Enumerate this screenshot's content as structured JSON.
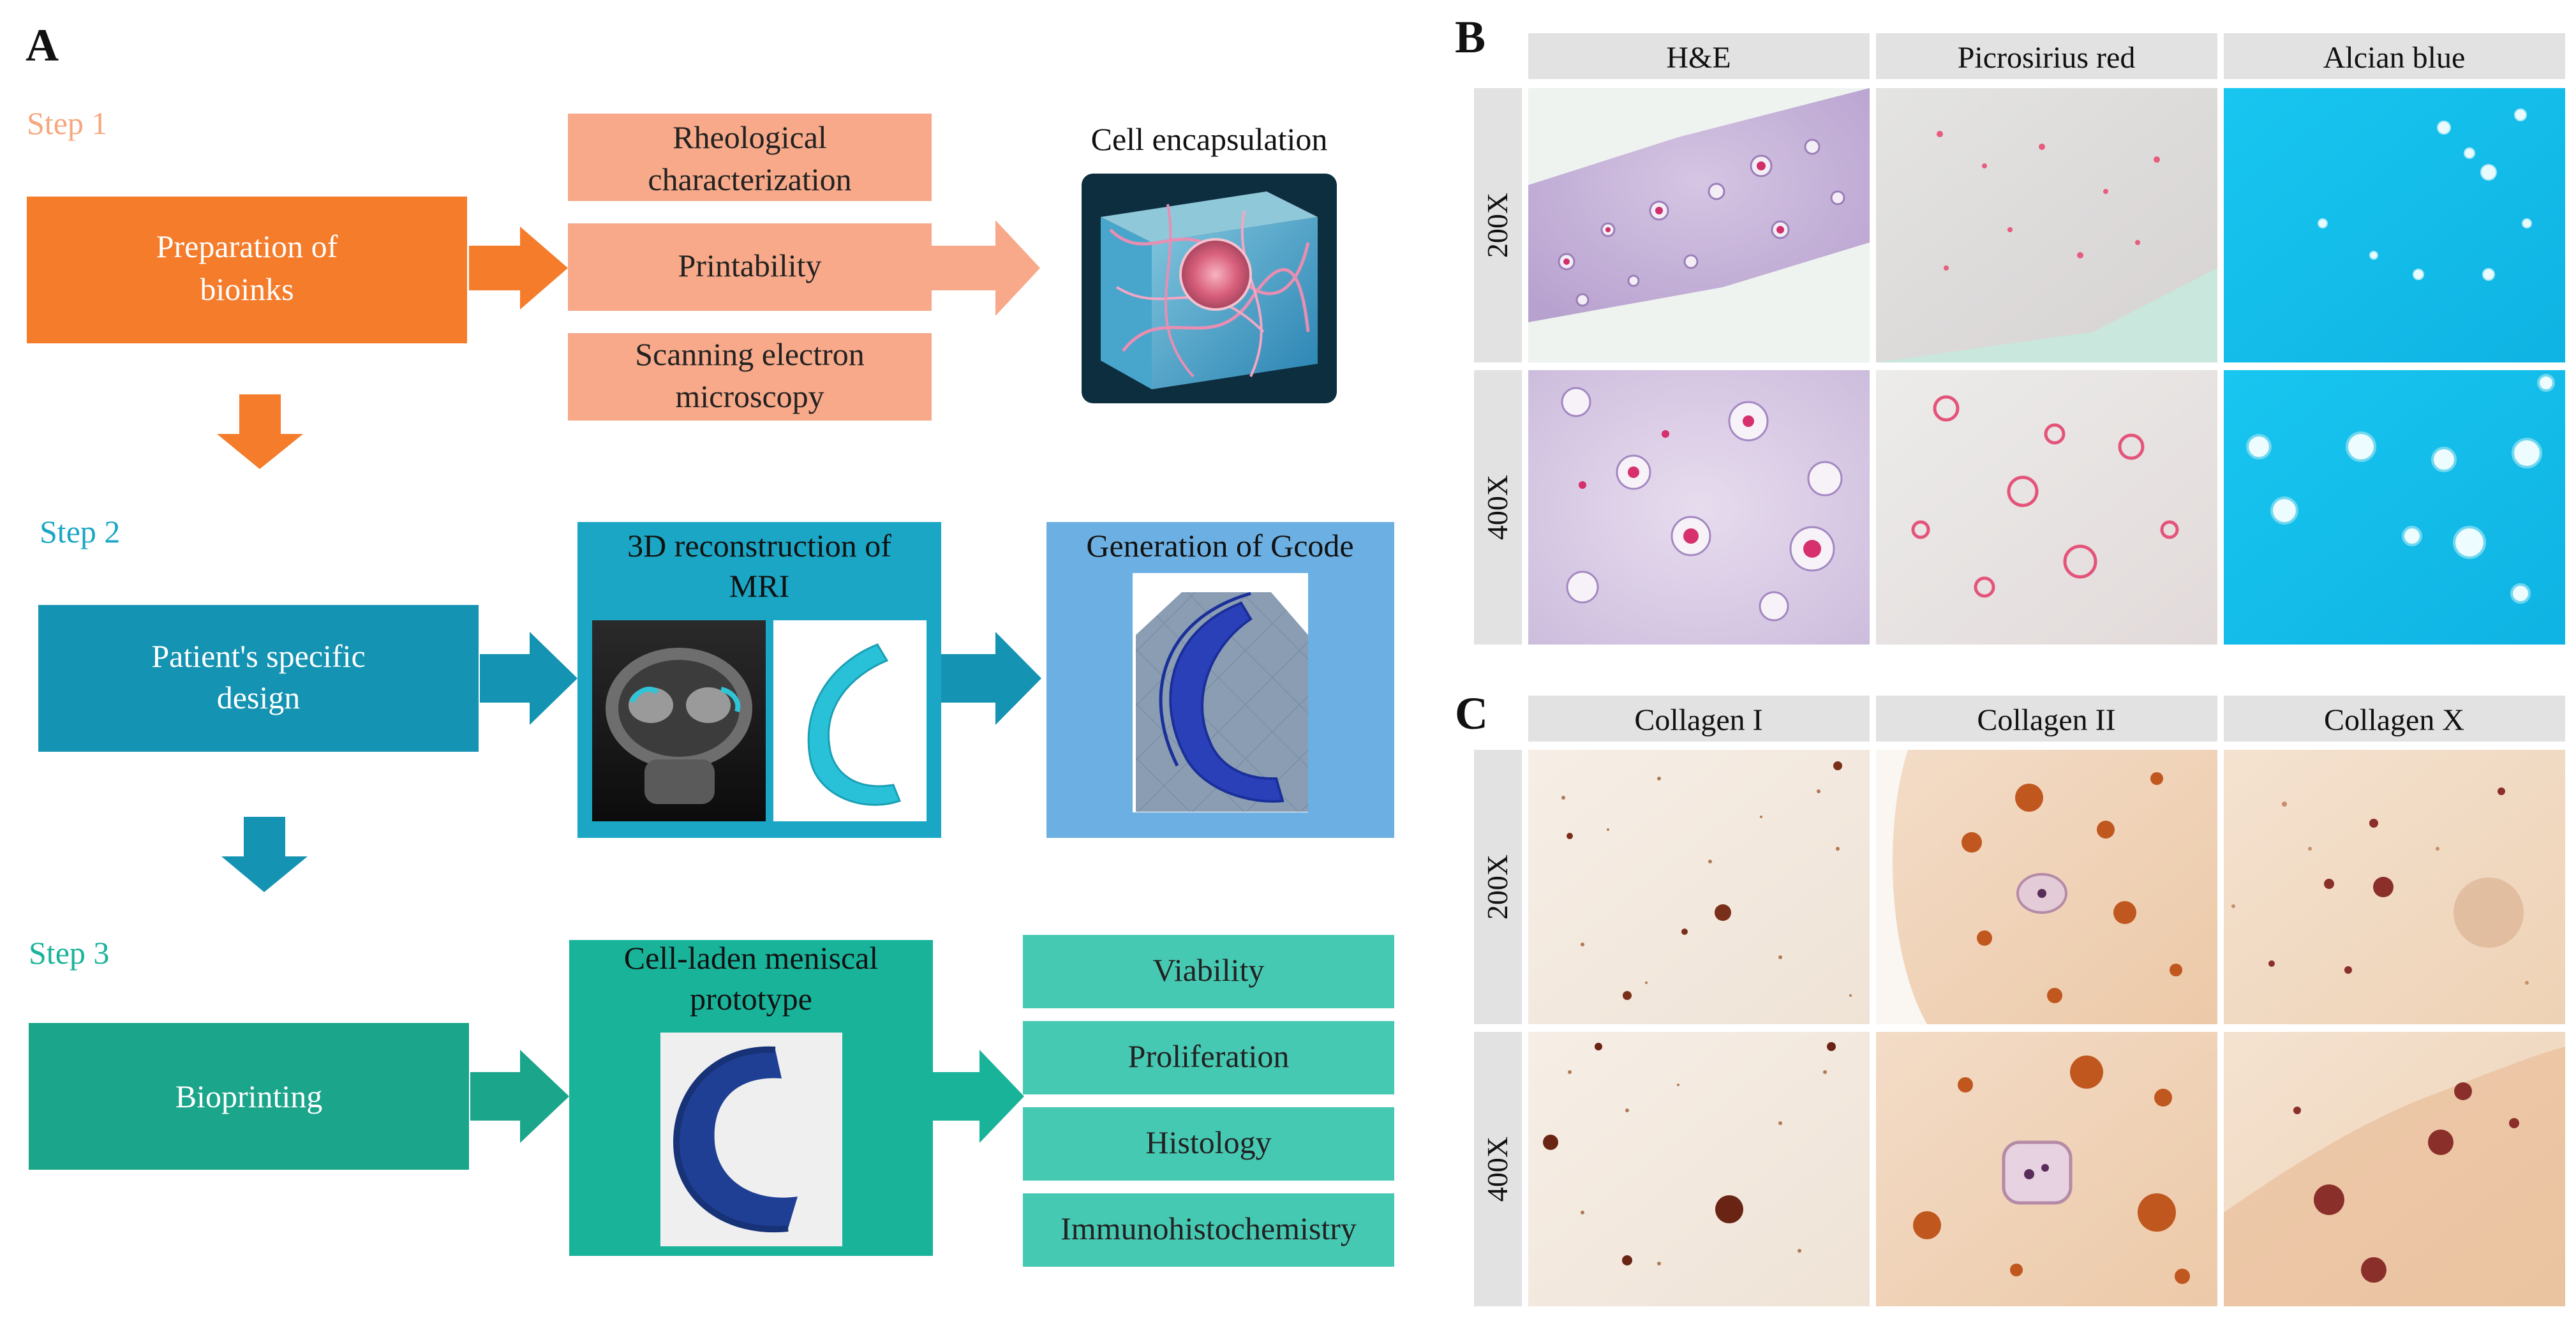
{
  "panel_a": {
    "letter": "A",
    "steps": [
      "Step 1",
      "Step 2",
      "Step 3"
    ],
    "preparation": [
      "Preparation of",
      "bioinks"
    ],
    "rheology": [
      "Rheological",
      "characterization"
    ],
    "printability": "Printability",
    "sem": [
      "Scanning electron",
      "microscopy"
    ],
    "cell_encapsulation": "Cell encapsulation",
    "patient_design": [
      "Patient's specific",
      "design"
    ],
    "mri_title": [
      "3D reconstruction of",
      "MRI"
    ],
    "gcode_title": "Generation of Gcode",
    "bioprinting": "Bioprinting",
    "prototype_title": [
      "Cell-laden meniscal",
      "prototype"
    ],
    "outcomes": [
      "Viability",
      "Proliferation",
      "Histology",
      "Immunohistochemistry"
    ]
  },
  "panel_b": {
    "letter": "B",
    "columns": [
      "H&E",
      "Picrosirius red",
      "Alcian blue"
    ],
    "rows": [
      "200X",
      "400X"
    ]
  },
  "panel_c": {
    "letter": "C",
    "columns": [
      "Collagen I",
      "Collagen II",
      "Collagen X"
    ],
    "rows": [
      "200X",
      "400X"
    ]
  },
  "colors": {
    "step1": "#f5a77e",
    "step1_main": "#f47c2b",
    "step1_box": "#f7a989",
    "step2": "#1aa6c4",
    "step2_main": "#1493b2",
    "gcode_bg": "#6cb0e3",
    "step3": "#19b39a",
    "step3_main": "#1ba58b",
    "step3_box": "#46c9b2",
    "header_gray": "#e2e2e2"
  }
}
